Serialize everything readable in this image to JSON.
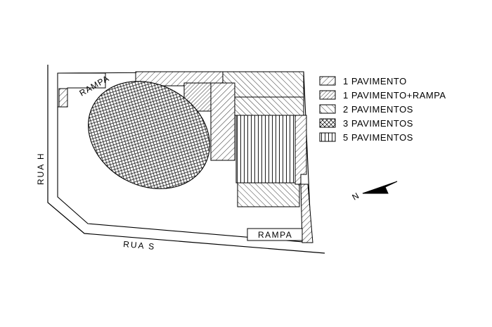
{
  "map": {
    "street_h": "RUA H",
    "street_s": "RUA S",
    "ramp_top": "RAMPA",
    "ramp_bottom": "RAMPA"
  },
  "legend": {
    "items": [
      {
        "label": "1 PAVIMENTO",
        "pattern": "diag-right"
      },
      {
        "label": "1 PAVIMENTO+RAMPA",
        "pattern": "diag-right-dense"
      },
      {
        "label": "2 PAVIMENTOS",
        "pattern": "diag-left"
      },
      {
        "label": "3 PAVIMENTOS",
        "pattern": "crosshatch"
      },
      {
        "label": "5 PAVIMENTOS",
        "pattern": "vertical"
      }
    ]
  },
  "north_arrow": {
    "label": "N"
  },
  "colors": {
    "ink": "#000000",
    "paper": "#ffffff"
  }
}
